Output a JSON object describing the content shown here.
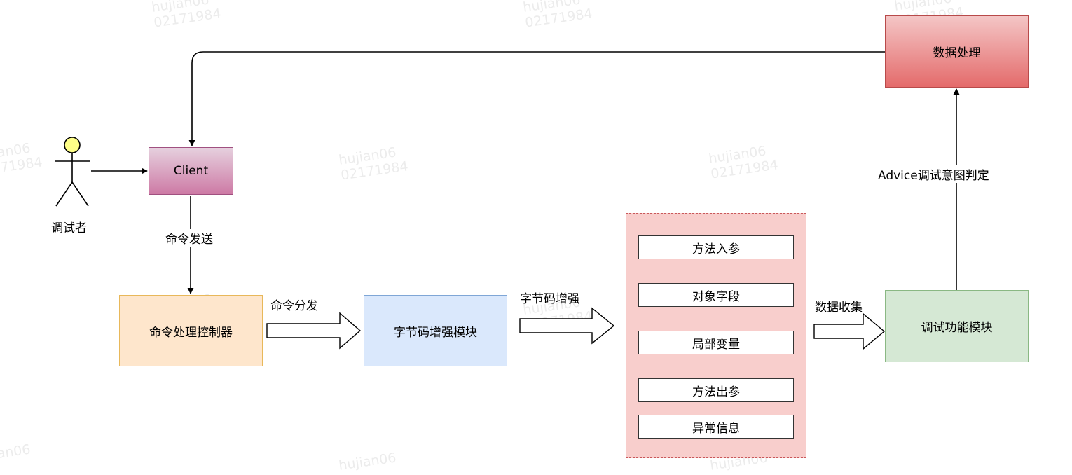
{
  "actor": {
    "label": "调试者"
  },
  "nodes": {
    "client": "Client",
    "controller": "命令处理控制器",
    "bytecode_module": "字节码增强模块",
    "debug_module": "调试功能模块",
    "data_processing": "数据处理"
  },
  "group_items": [
    "方法入参",
    "对象字段",
    "局部变量",
    "方法出参",
    "异常信息"
  ],
  "edges": {
    "send": "命令发送",
    "dispatch": "命令分发",
    "enhance": "字节码增强",
    "collect": "数据收集",
    "advice": "Advice调试意图判定"
  },
  "watermark": {
    "user": "hujian06",
    "id": "02171984"
  },
  "colors": {
    "client_fill": "#cd7aa5",
    "controller_fill": "#fee6cc",
    "bytecode_fill": "#dae8fc",
    "debug_fill": "#d5e8d4",
    "data_fill": "#e46b6b",
    "group_fill": "#f8cecc",
    "actor_head": "#ffff88"
  }
}
